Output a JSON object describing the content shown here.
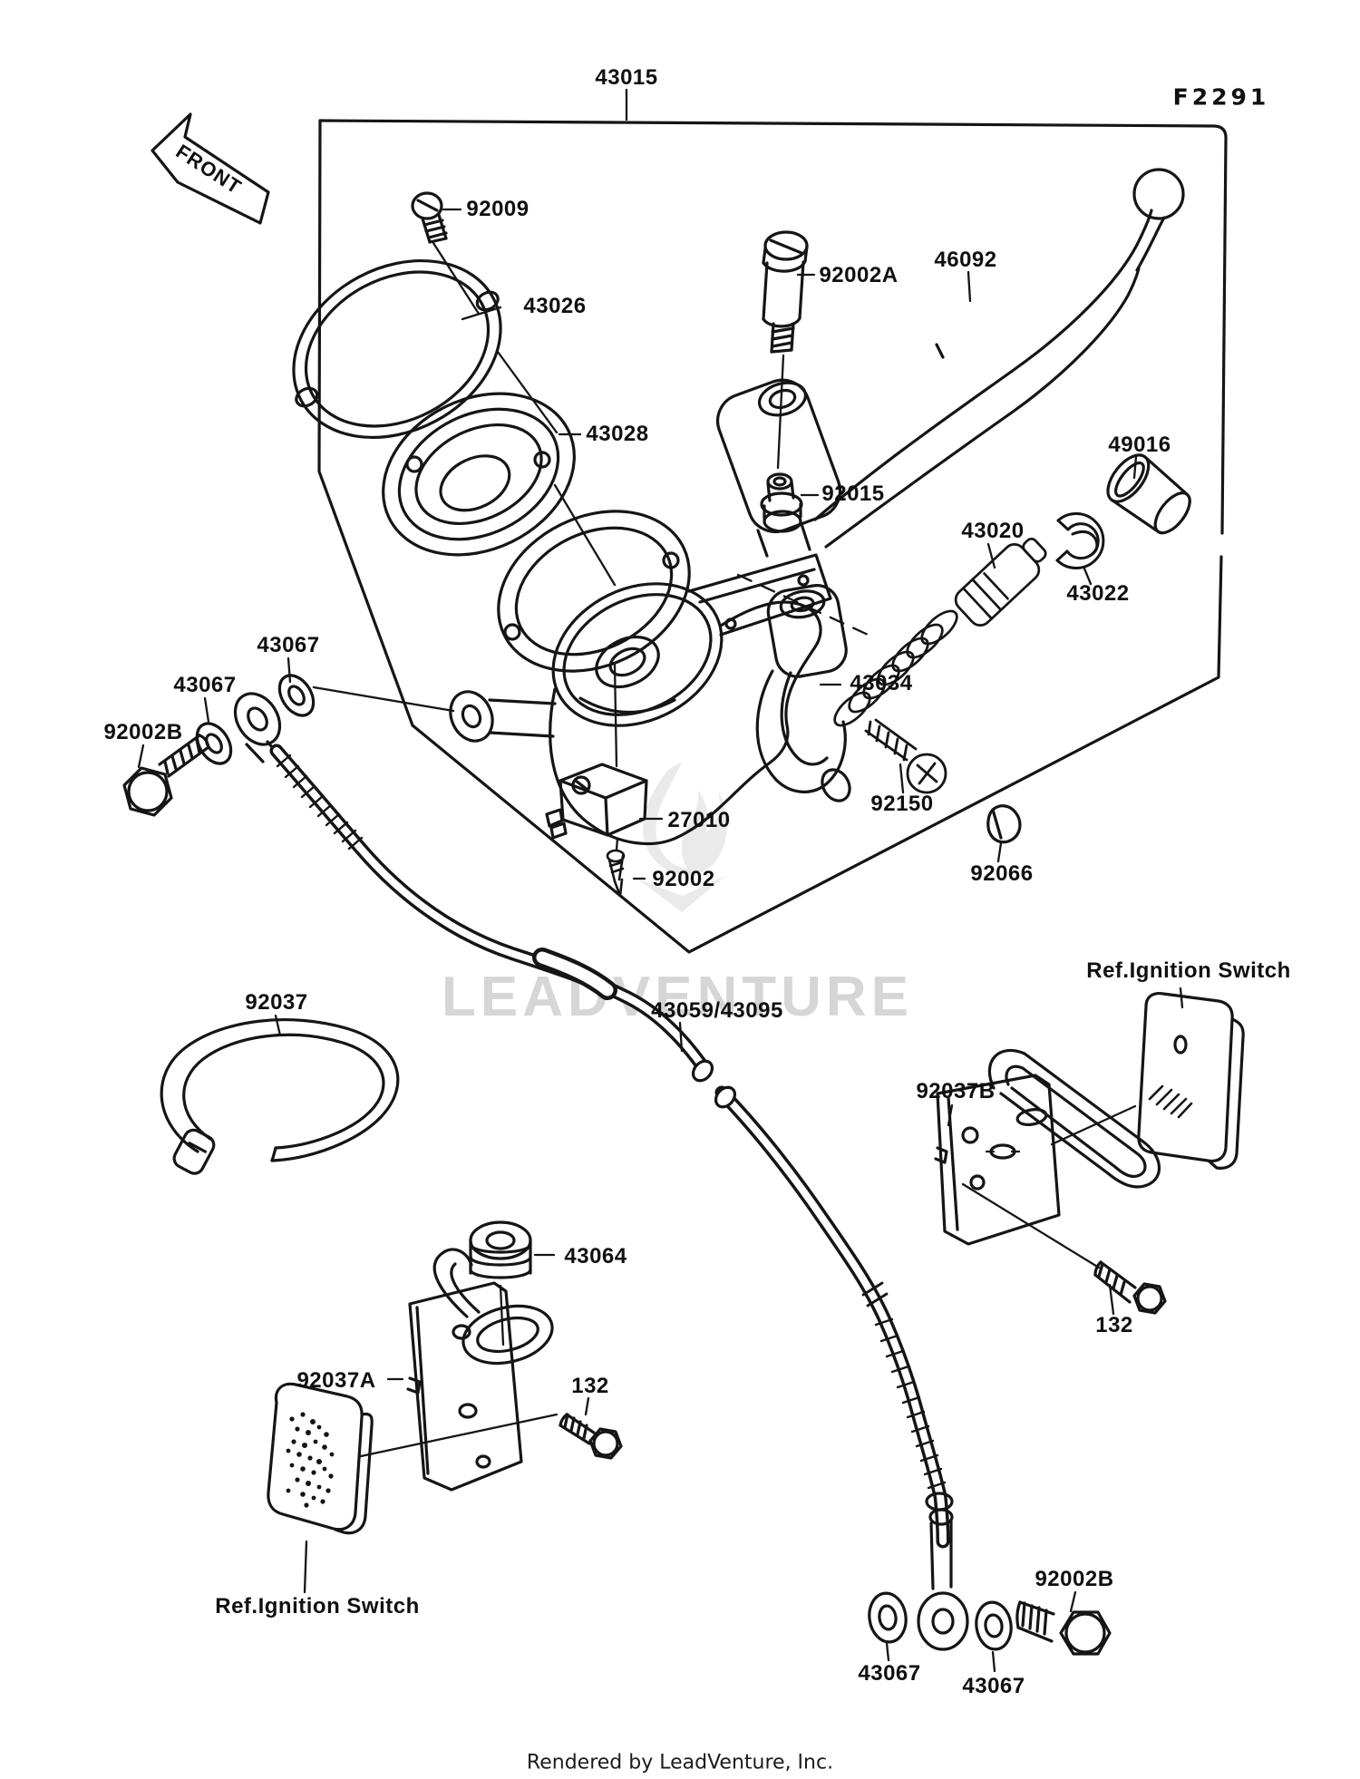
{
  "page": {
    "figure_code": "F2291",
    "front_arrow": "FRONT",
    "watermark": "LEADVENTURE",
    "footer": "Rendered by LeadVenture, Inc."
  },
  "parts": [
    {
      "label": "43015"
    },
    {
      "label": "92009"
    },
    {
      "label": "43026"
    },
    {
      "label": "43028"
    },
    {
      "label": "92002A"
    },
    {
      "label": "46092"
    },
    {
      "label": "92015"
    },
    {
      "label": "49016"
    },
    {
      "label": "43020"
    },
    {
      "label": "43022"
    },
    {
      "label": "43034"
    },
    {
      "label": "43067"
    },
    {
      "label": "43067"
    },
    {
      "label": "92002B"
    },
    {
      "label": "27010"
    },
    {
      "label": "92002"
    },
    {
      "label": "92150"
    },
    {
      "label": "92066"
    },
    {
      "label": "92037"
    },
    {
      "label": "43059/43095"
    },
    {
      "label": "92037B"
    },
    {
      "label": "Ref.Ignition Switch"
    },
    {
      "label": "43064"
    },
    {
      "label": "92037A"
    },
    {
      "label": "132"
    },
    {
      "label": "132"
    },
    {
      "label": "92002B"
    },
    {
      "label": "43067"
    },
    {
      "label": "43067"
    },
    {
      "label": "Ref.Ignition Switch"
    }
  ]
}
